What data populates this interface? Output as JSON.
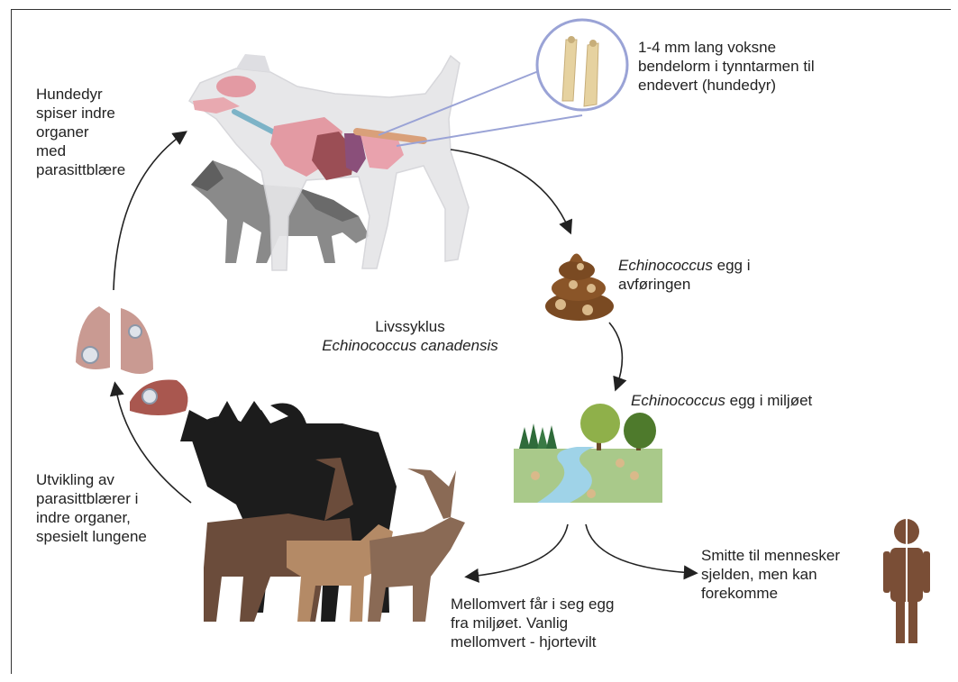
{
  "title": {
    "line1": "Livssyklus",
    "line2": "Echinococcus canadensis"
  },
  "labels": {
    "adult": [
      "1-4 mm lang voksne",
      "bendelorm i tynntarmen til",
      "endevert (hundedyr)"
    ],
    "feces": {
      "italic": "Echinococcus",
      "rest1": " egg i",
      "line2": "avføringen"
    },
    "environment": {
      "italic": "Echinococcus",
      "rest": " egg i miljøet"
    },
    "human": [
      "Smitte til mennesker",
      "sjelden, men kan",
      "forekomme"
    ],
    "intermediate": [
      "Mellomvert får i seg egg",
      "fra miljøet. Vanlig",
      "mellomvert - hjortevilt"
    ],
    "cysts": [
      "Utvikling av",
      "parasittblærer i",
      "indre organer,",
      "spesielt lungene"
    ],
    "dogs": [
      "Hundedyr",
      "spiser indre",
      "organer",
      "med",
      "parasittblære"
    ]
  },
  "colors": {
    "dog": "#e6e6e8",
    "organs": "#e39aa3",
    "wolf": "#8a8a8a",
    "moose": "#1c1c1c",
    "reindeer": "#6b4c3b",
    "roe_deer": "#b48a66",
    "red_deer": "#8a6a55",
    "feces": "#7a4a22",
    "egg": "#d9b98a",
    "water": "#9fd3e8",
    "grass": "#a9c98a",
    "tree": "#6f9a3a",
    "human": "#7a4e36",
    "lung": "#c99a92",
    "zoom_ring": "#9aa3d6"
  },
  "icons": [
    "dog-illustration",
    "wolf-illustration",
    "worm-zoom-icon",
    "feces-icon",
    "environment-icon",
    "human-icon",
    "lungs-icon",
    "liver-icon",
    "deer-group-illustration"
  ]
}
